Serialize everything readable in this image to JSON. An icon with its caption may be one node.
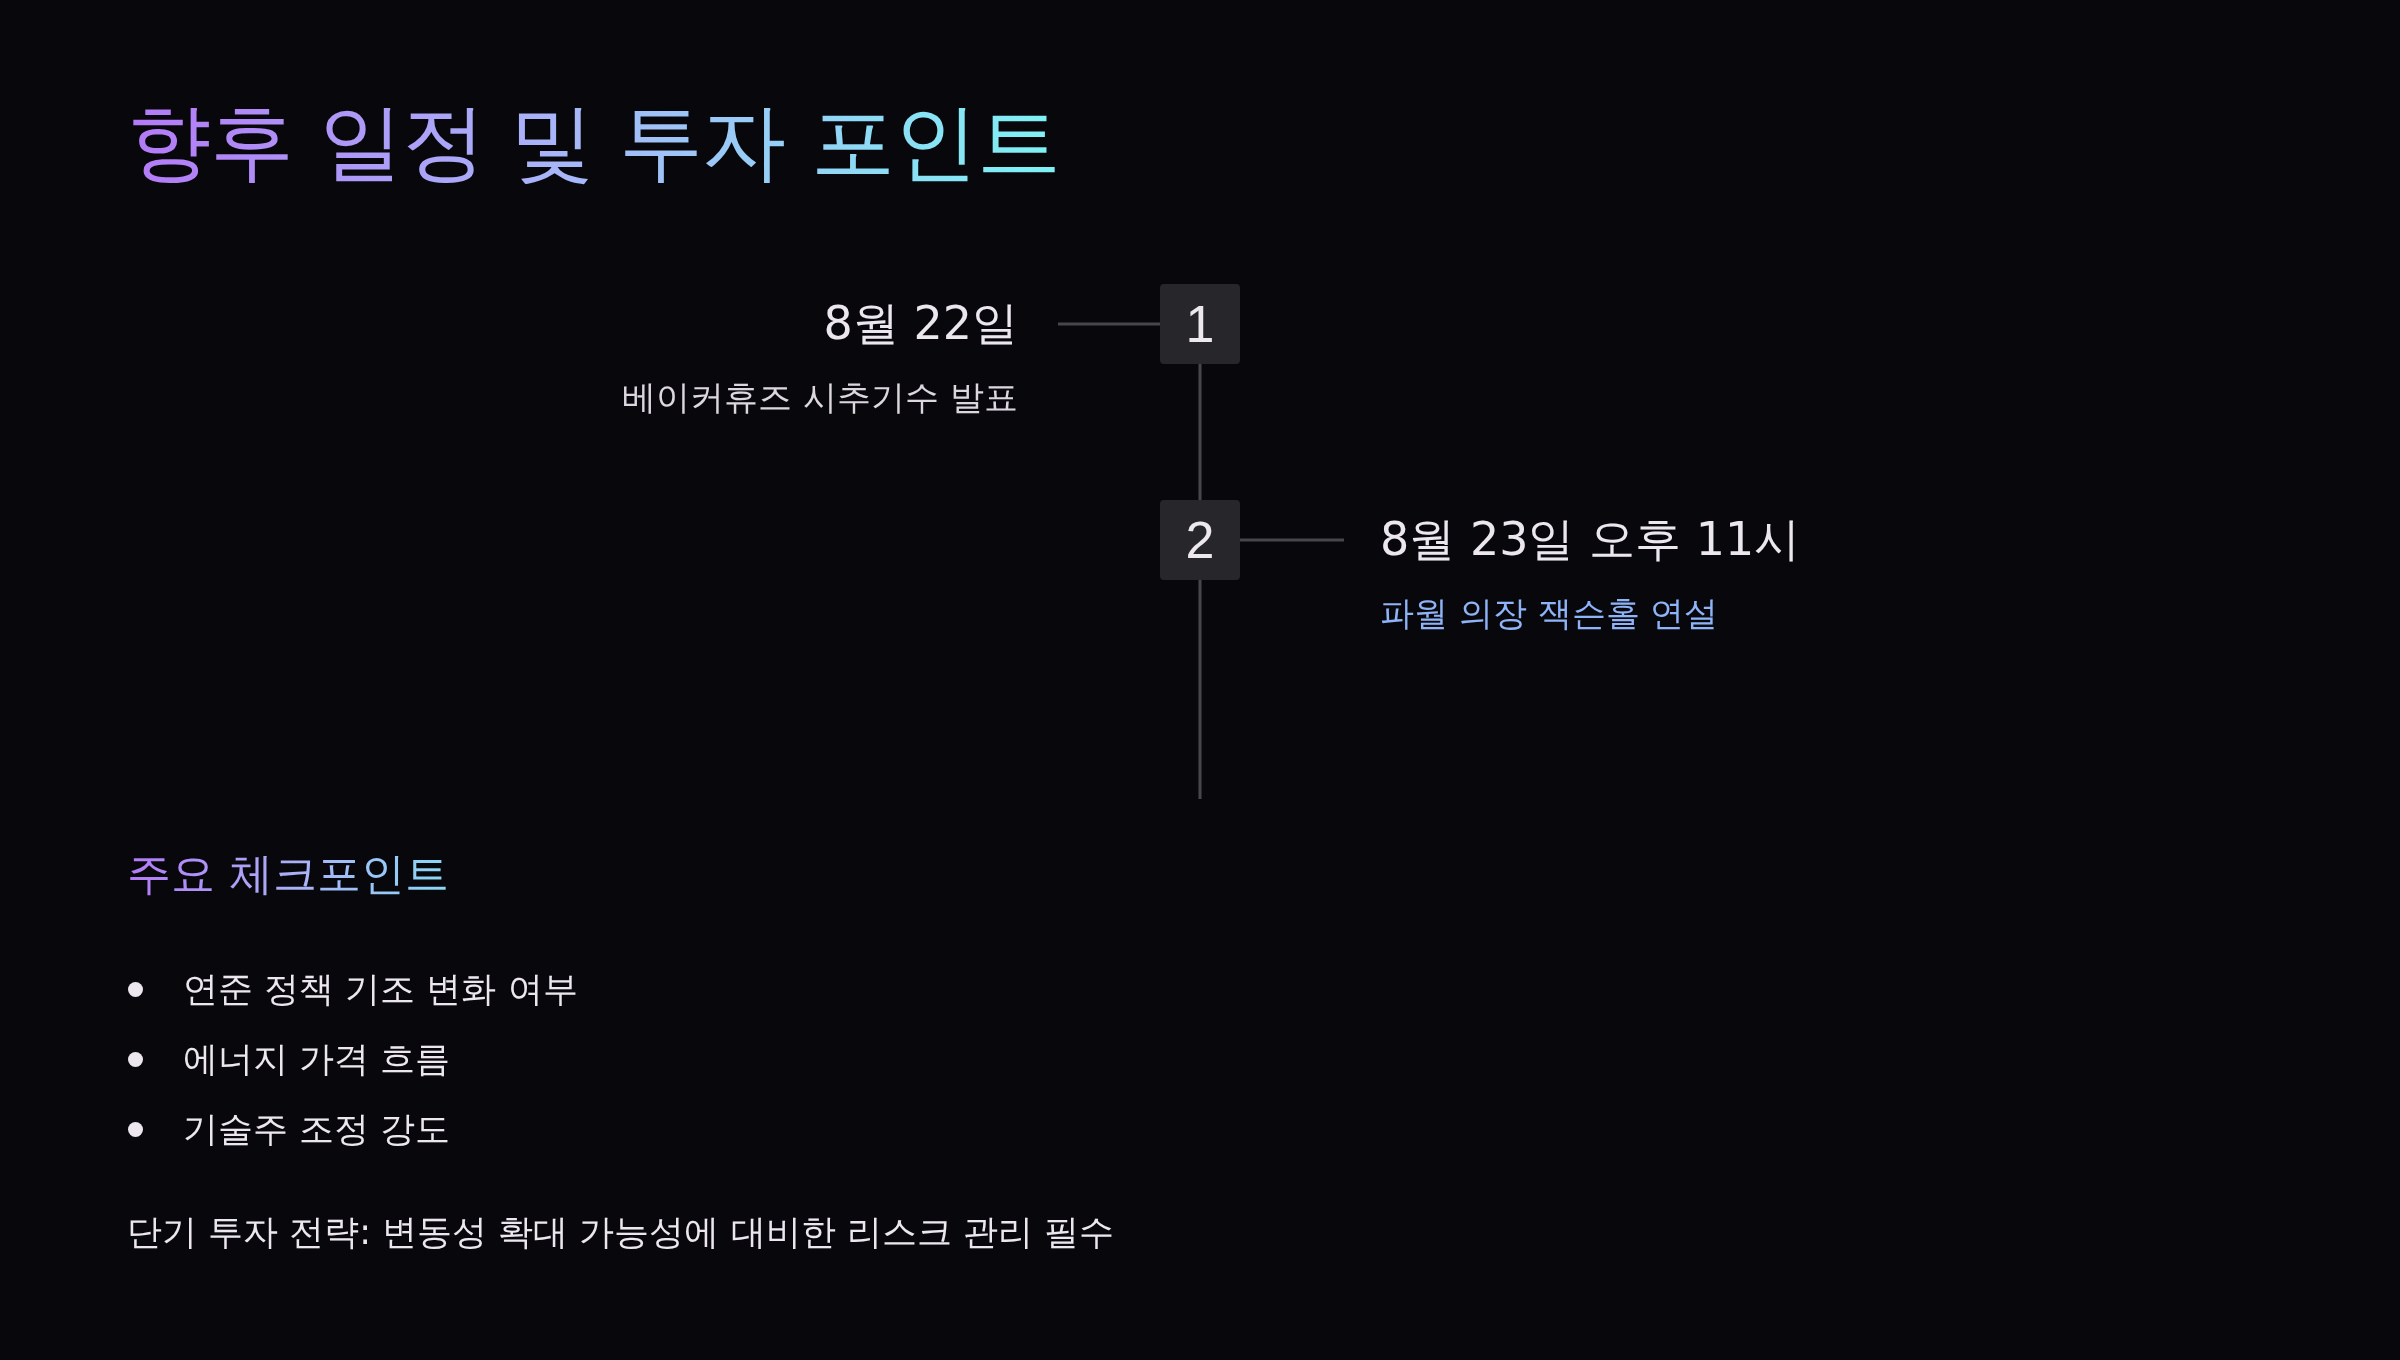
{
  "diagram": {
    "title": "향후 일정 및 투자 포인트",
    "nodes": [
      {
        "text": [
          "1"
        ]
      },
      {
        "text": [
          "2"
        ]
      },
      {
        "text": [
          "8월 22일",
          "베이커휴즈 시추기수 발표"
        ]
      },
      {
        "text": [
          "8월 23일 오후 11시",
          "파월 의장 잭슨홀 연설"
        ]
      }
    ],
    "edges": [
      {
        "from": 0,
        "to": 1,
        "arrow": "none"
      },
      {
        "from": 1,
        "to": null,
        "arrow": "none"
      },
      {
        "from": 0,
        "to": 2,
        "arrow": "none"
      },
      {
        "from": 1,
        "to": 3,
        "arrow": "none"
      }
    ],
    "labels": [
      "주요 체크포인트",
      "연준 정책 기조 변화 여부",
      "에너지 가격 흐름",
      "기술주 조정 강도",
      "단기 투자 전략: 변동성 확대 가능성에 대비한 리스크 관리 필수"
    ]
  }
}
